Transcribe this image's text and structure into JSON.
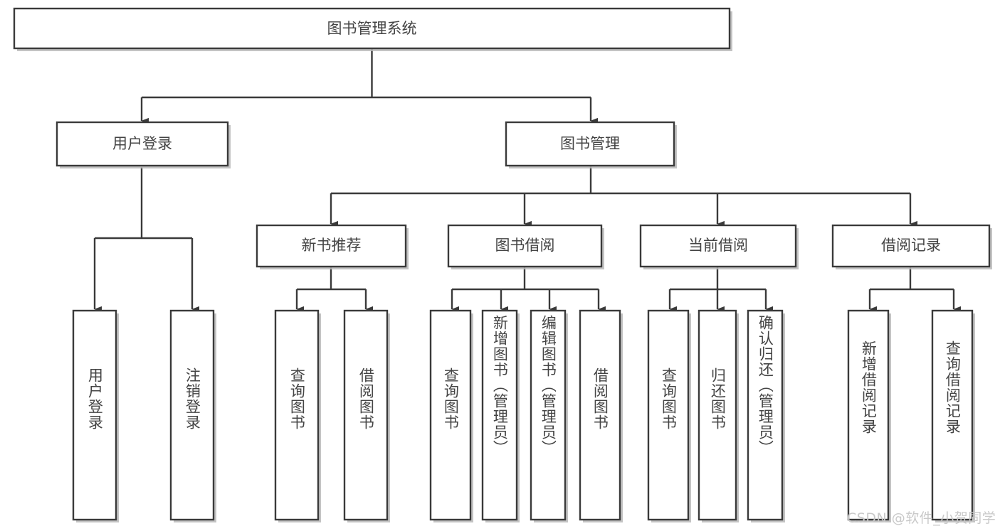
{
  "diagram": {
    "title": "图书管理系统",
    "type": "hierarchy-tree",
    "root": {
      "label": "图书管理系统",
      "orientation": "horizontal"
    },
    "level2": [
      {
        "label": "用户登录",
        "orientation": "horizontal"
      },
      {
        "label": "图书管理",
        "orientation": "horizontal"
      }
    ],
    "level3": [
      {
        "label": "新书推荐",
        "orientation": "horizontal"
      },
      {
        "label": "图书借阅",
        "orientation": "horizontal"
      },
      {
        "label": "当前借阅",
        "orientation": "horizontal"
      },
      {
        "label": "借阅记录",
        "orientation": "horizontal"
      }
    ],
    "leaves": {
      "user_login": [
        {
          "label": "用户登录",
          "orientation": "vertical"
        },
        {
          "label": "注销登录",
          "orientation": "vertical"
        }
      ],
      "new_book_recommend": [
        {
          "label": "查询图书",
          "orientation": "vertical"
        },
        {
          "label": "借阅图书",
          "orientation": "vertical"
        }
      ],
      "book_borrow": [
        {
          "label": "查询图书",
          "orientation": "vertical"
        },
        {
          "label": "新增图书（管理员）",
          "orientation": "vertical"
        },
        {
          "label": "编辑图书（管理员）",
          "orientation": "vertical"
        },
        {
          "label": "借阅图书",
          "orientation": "vertical"
        }
      ],
      "current_borrow": [
        {
          "label": "查询图书",
          "orientation": "vertical"
        },
        {
          "label": "归还图书",
          "orientation": "vertical"
        },
        {
          "label": "确认归还（管理员）",
          "orientation": "vertical"
        }
      ],
      "borrow_record": [
        {
          "label": "新增借阅记录",
          "orientation": "vertical"
        },
        {
          "label": "查询借阅记录",
          "orientation": "vertical"
        }
      ]
    },
    "colors": {
      "box_stroke": "#3a3a3a",
      "box_fill": "#ffffff",
      "text": "#444444",
      "connector": "#3a3a3a",
      "background": "#ffffff",
      "watermark": "#c9c9c9"
    }
  },
  "watermark": {
    "text": "CSDN @软件_小贺同学"
  }
}
